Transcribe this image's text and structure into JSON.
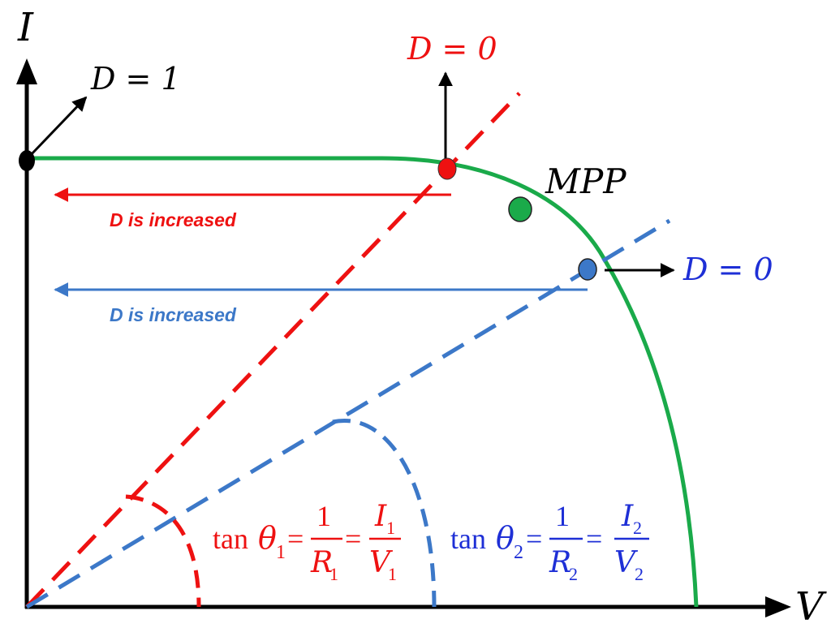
{
  "colors": {
    "axis": "#000000",
    "curve": "#1aaa4a",
    "red": "#ee1111",
    "blue": "#3c78c8",
    "blue_text": "#1e2fd6",
    "mpp": "#1aaa4a"
  },
  "axes": {
    "y_label": "I",
    "x_label": "V"
  },
  "points": {
    "short_circuit": {
      "label": "D = 1"
    },
    "red_intersection": {
      "label": "D = 0"
    },
    "mpp": {
      "label": "MPP"
    },
    "blue_intersection": {
      "label": "D = 0"
    }
  },
  "arrows": {
    "red_text": "D is increased",
    "blue_text": "D is increased"
  },
  "equations": {
    "eq1": {
      "tan": "tan",
      "theta": "θ",
      "theta_sub": "1",
      "eq": "=",
      "num1": "1",
      "den1": "R",
      "den1_sub": "1",
      "num2": "I",
      "num2_sub": "1",
      "den2": "V",
      "den2_sub": "1"
    },
    "eq2": {
      "tan": "tan",
      "theta": "θ",
      "theta_sub": "2",
      "eq": "=",
      "num1": "1",
      "den1": "R",
      "den1_sub": "2",
      "num2": "I",
      "num2_sub": "2",
      "den2": "V",
      "den2_sub": "2"
    }
  }
}
